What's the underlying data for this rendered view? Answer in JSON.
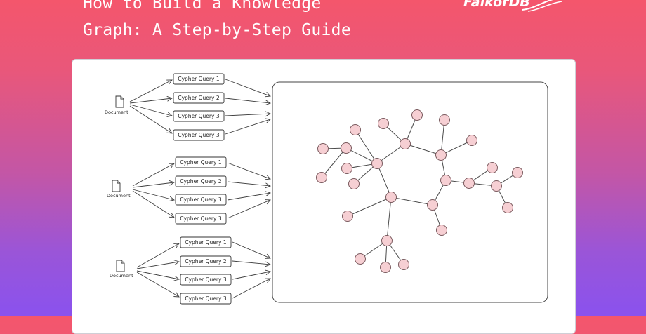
{
  "header": {
    "title_line1": "How to Build a Knowledge",
    "title_line2": "Graph: A Step-by-Step Guide",
    "logo": "FalkorDB"
  },
  "groups": [
    {
      "doc_label": "Document",
      "queries": [
        "Cypher Query 1",
        "Cypher Query 2",
        "Cypher Query 3",
        "Cypher Query 3"
      ]
    },
    {
      "doc_label": "Document",
      "queries": [
        "Cypher Query 1",
        "Cypher Query 2",
        "Cypher Query 3",
        "Cypher Query 3"
      ]
    },
    {
      "doc_label": "Document",
      "queries": [
        "Cypher Query 1",
        "Cypher Query 2",
        "Cypher Query 3",
        "Cypher Query 3"
      ]
    }
  ],
  "colors": {
    "node_fill": "#f6cfd3",
    "background_top": "#f4566c",
    "background_bottom": "#8a52ee"
  }
}
